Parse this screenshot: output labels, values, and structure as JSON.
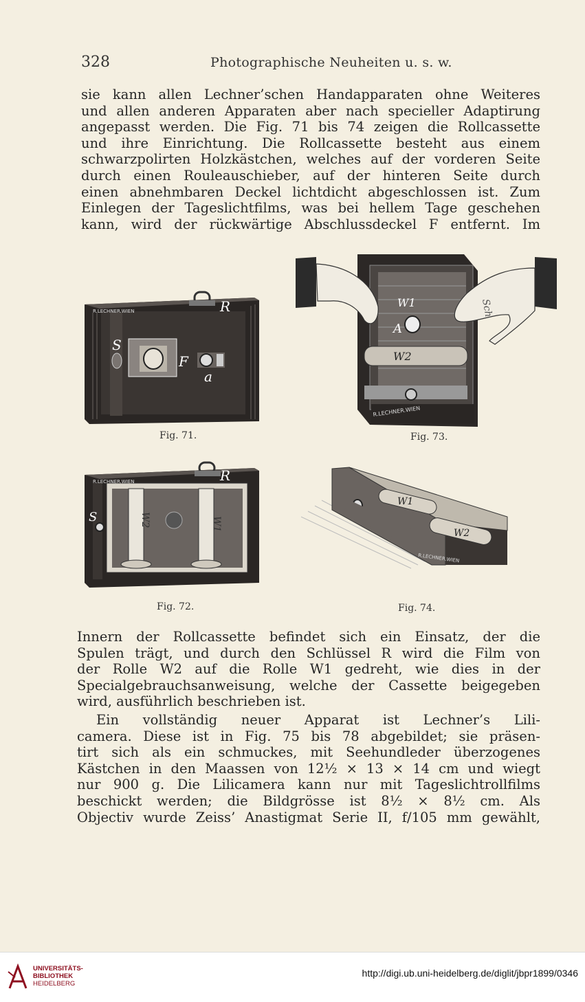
{
  "header": {
    "page_number": "328",
    "running_title": "Photographische Neuheiten u. s. w."
  },
  "paragraph1": [
    "sie kann allen Lechner’schen Handapparaten ohne Weiteres",
    "und allen anderen Apparaten aber nach specieller Adaptirung",
    "angepasst werden. Die Fig. 71 bis 74 zeigen die Rollcassette",
    "und ihre Einrichtung. Die Rollcassette besteht aus einem",
    "schwarzpolirten Holzkästchen, welches auf der vorderen Seite",
    "durch einen Rouleauschieber, auf der hinteren Seite durch",
    "einen abnehmbaren Deckel lichtdicht abgeschlossen ist. Zum",
    "Einlegen der Tageslichtfilms, was bei hellem Tage geschehen",
    "kann, wird der rückwärtige Abschlussdeckel F entfernt. Im"
  ],
  "figures": {
    "fig71": {
      "caption": "Fig. 71.",
      "maker_label": "R.LECHNER.WIEN",
      "letters": [
        "S",
        "F",
        "R",
        "a"
      ]
    },
    "fig72": {
      "caption": "Fig. 72.",
      "maker_label": "R.LECHNER.WIEN",
      "letters": [
        "S",
        "R",
        "W2",
        "W1"
      ]
    },
    "fig73": {
      "caption": "Fig. 73.",
      "maker_label": "R.LECHNER.WIEN",
      "letters": [
        "W1",
        "A",
        "W2",
        "Sch"
      ]
    },
    "fig74": {
      "caption": "Fig. 74.",
      "maker_label": "R.LECHNER.WIEN",
      "letters": [
        "W1",
        "W2"
      ]
    }
  },
  "paragraph2": [
    "Innern der Rollcassette befindet sich ein Einsatz, der die",
    "Spulen trägt, und durch den Schlüssel R wird die Film von",
    "der Rolle W2 auf die Rolle W1 gedreht, wie dies in der",
    "Specialgebrauchsanweisung, welche der Cassette beigegeben",
    "wird, ausführlich beschrieben ist."
  ],
  "paragraph3": [
    "Ein vollständig neuer Apparat ist Lechner’s Lili-",
    "camera. Diese ist in Fig. 75 bis 78 abgebildet; sie präsen-",
    "tirt sich als ein schmuckes, mit Seehundleder überzogenes",
    "Kästchen in den Maassen von 12½ × 13 × 14 cm und wiegt",
    "nur 900 g. Die Lilicamera kann nur mit Tageslichtrollfilms",
    "beschickt werden; die Bildgrösse ist 8½ × 8½ cm. Als",
    "Objectiv wurde Zeiss’ Anastigmat Serie II, f/105 mm gewählt,"
  ],
  "footer": {
    "institution_line1": "UNIVERSITÄTS-",
    "institution_line2": "BIBLIOTHEK",
    "institution_line3": "HEIDELBERG",
    "url": "http://digi.ub.uni-heidelberg.de/diglit/jbpr1899/0346"
  }
}
